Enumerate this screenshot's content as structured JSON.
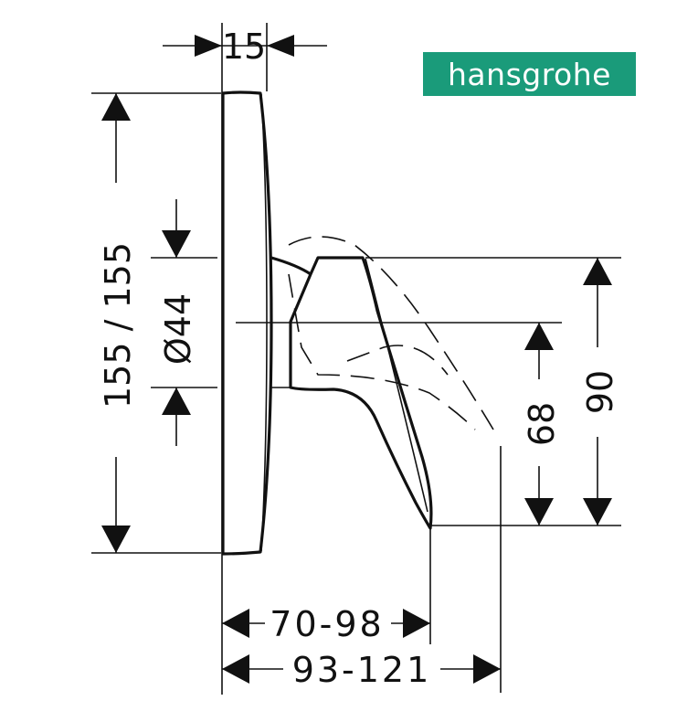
{
  "brand": {
    "name": "hansgrohe",
    "color": "#1a9b7a",
    "text_color": "#ffffff"
  },
  "dimensions": {
    "plate_depth": "15",
    "plate_height": "155 / 155",
    "hole_diameter": "Ø44",
    "lever_height_68": "68",
    "lever_height_90": "90",
    "projection_70_98": "70-98",
    "projection_93_121": "93-121"
  },
  "colors": {
    "line": "#111111",
    "background": "#ffffff"
  }
}
